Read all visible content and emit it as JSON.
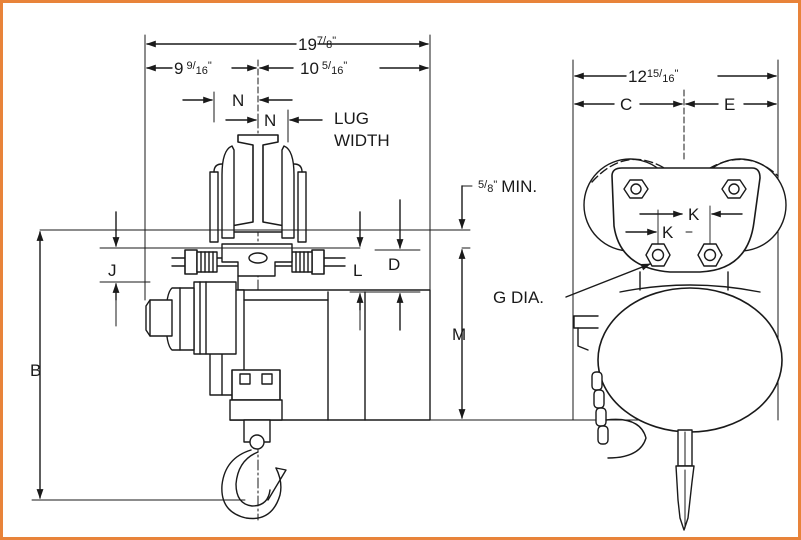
{
  "border_color": "#e8833a",
  "line_color": "#1a1a1a",
  "dimensions": {
    "overall_width": {
      "whole": "19",
      "num": "7",
      "den": "8",
      "unit": "\""
    },
    "left_width": {
      "whole": "9",
      "num": "9",
      "den": "16",
      "unit": "\""
    },
    "right_width": {
      "whole": "10",
      "num": "5",
      "den": "16",
      "unit": "\""
    },
    "side_width": {
      "whole": "12",
      "num": "15",
      "den": "16",
      "unit": "\""
    },
    "min_clearance": {
      "num": "5",
      "den": "8",
      "unit": "\"",
      "suffix": "MIN."
    }
  },
  "labels": {
    "N": "N",
    "lug_line1": "LUG",
    "lug_line2": "WIDTH",
    "J": "J",
    "L": "L",
    "D": "D",
    "M": "M",
    "B": "B",
    "C": "C",
    "E": "E",
    "K": "K",
    "G": "G DIA."
  }
}
